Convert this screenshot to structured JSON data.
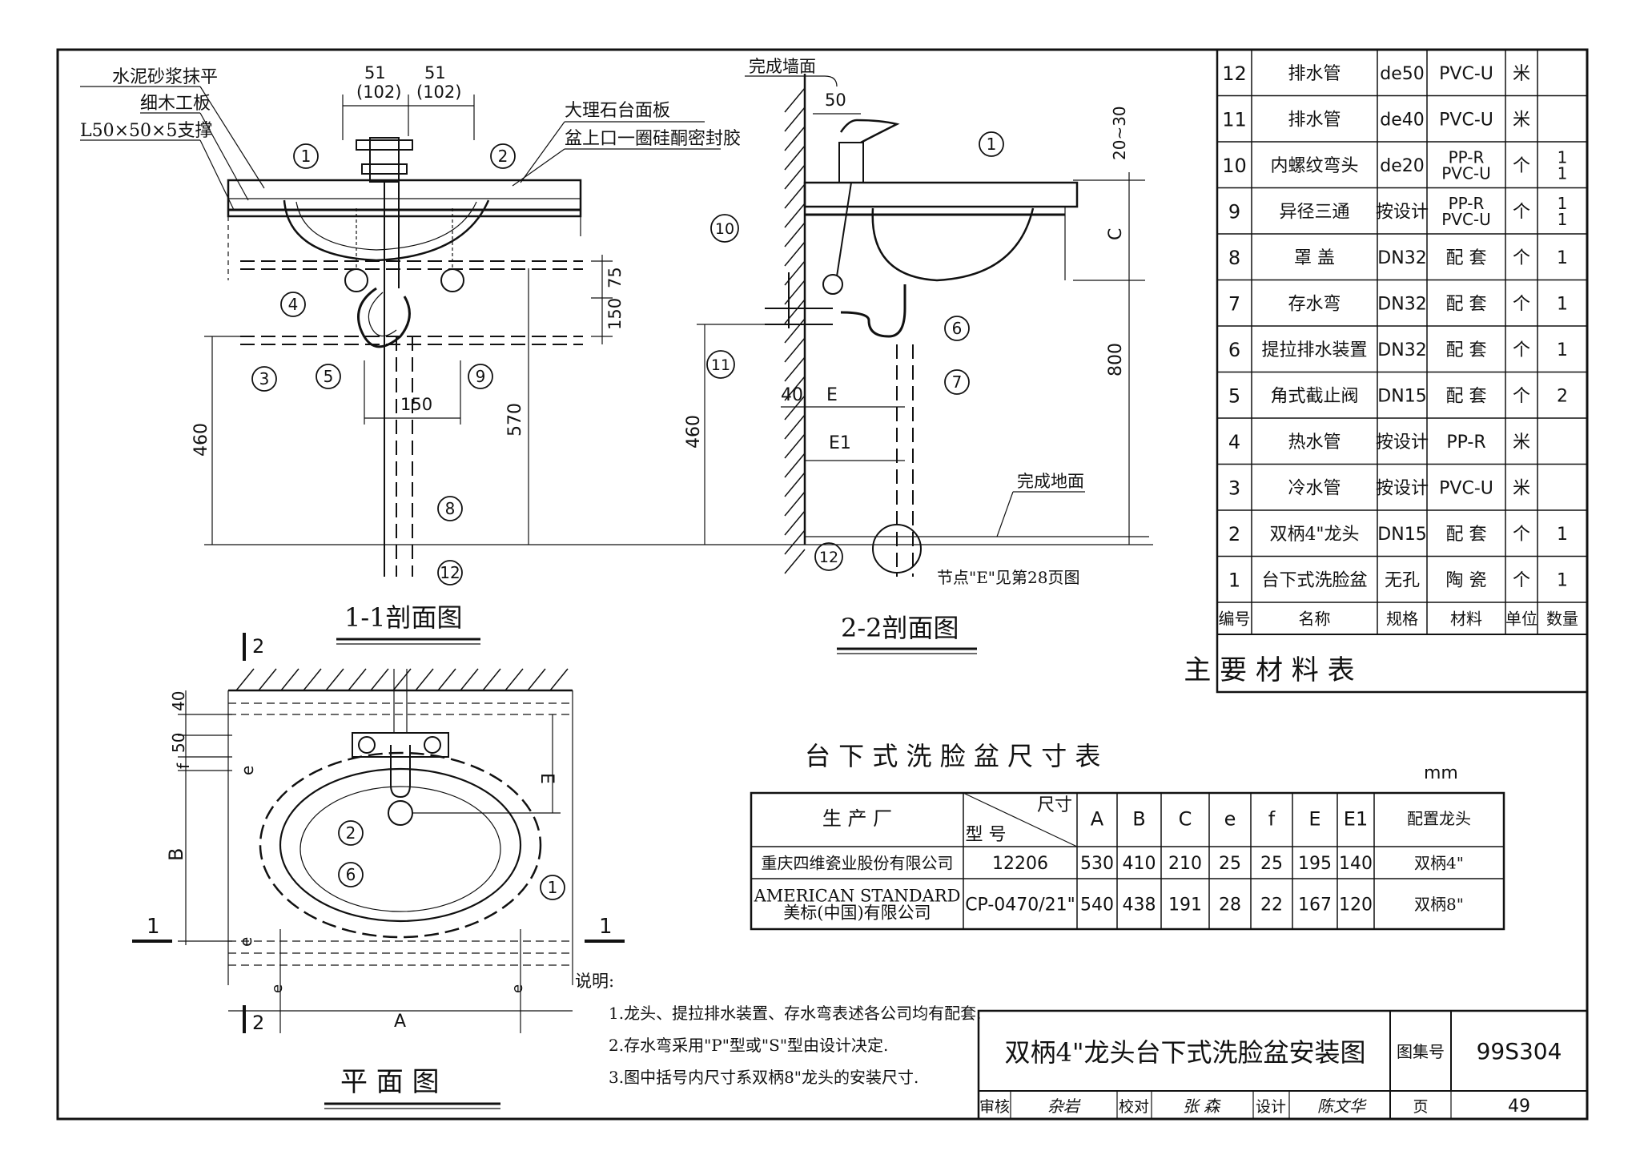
{
  "section_1_1": {
    "title": "1-1剖面图",
    "labels": {
      "mortar": "水泥砂浆抹平",
      "wood_board": "细木工板",
      "angle_support": "L50×50×5支撑",
      "marble_top": "大理石台面板",
      "seal": "盆上口一圈硅酮密封胶"
    },
    "dims": {
      "d51a": "51",
      "d102a": "(102)",
      "d51b": "51",
      "d102b": "(102)",
      "d75": "75",
      "d150v": "150",
      "d150h": "150",
      "d460": "460",
      "d570": "570"
    },
    "callouts": [
      "1",
      "2",
      "4",
      "3",
      "5",
      "9",
      "8",
      "12"
    ]
  },
  "section_2_2": {
    "title": "2-2剖面图",
    "labels": {
      "finish_wall": "完成墙面",
      "finish_floor": "完成地面",
      "node_note": "节点\"E\"见第28页图"
    },
    "dims": {
      "d50": "50",
      "d20_30": "20~30",
      "dC": "C",
      "d800": "800",
      "d460": "460",
      "d40": "40",
      "dE": "E",
      "dE1": "E1"
    },
    "callouts": [
      "1",
      "10",
      "6",
      "11",
      "7",
      "12"
    ]
  },
  "plan": {
    "title": "平 面 图",
    "section_marks": {
      "s2_top": "2",
      "s2_bottom": "2",
      "s1_left": "1",
      "s1_right": "1"
    },
    "dims": {
      "d40": "40",
      "d50": "50",
      "f": "f",
      "e1": "e",
      "B": "B",
      "e2": "e",
      "A": "A",
      "E": "E",
      "e3": "e",
      "e4": "e"
    },
    "callouts": [
      "2",
      "6",
      "1"
    ]
  },
  "materials_table": {
    "title": "主 要 材 料 表",
    "headers": [
      "编号",
      "名称",
      "规格",
      "材料",
      "单位",
      "数量"
    ],
    "rows": [
      {
        "no": "12",
        "name": "排水管",
        "spec": "de50",
        "material": "PVC-U",
        "unit": "米",
        "qty": ""
      },
      {
        "no": "11",
        "name": "排水管",
        "spec": "de40",
        "material": "PVC-U",
        "unit": "米",
        "qty": ""
      },
      {
        "no": "10",
        "name": "内螺纹弯头",
        "spec": "de20",
        "material": "PP-R\nPVC-U",
        "unit": "个",
        "qty": "1\n1"
      },
      {
        "no": "9",
        "name": "异径三通",
        "spec": "按设计",
        "material": "PP-R\nPVC-U",
        "unit": "个",
        "qty": "1\n1"
      },
      {
        "no": "8",
        "name": "罩 盖",
        "spec": "DN32",
        "material": "配 套",
        "unit": "个",
        "qty": "1"
      },
      {
        "no": "7",
        "name": "存水弯",
        "spec": "DN32",
        "material": "配 套",
        "unit": "个",
        "qty": "1"
      },
      {
        "no": "6",
        "name": "提拉排水装置",
        "spec": "DN32",
        "material": "配 套",
        "unit": "个",
        "qty": "1"
      },
      {
        "no": "5",
        "name": "角式截止阀",
        "spec": "DN15",
        "material": "配 套",
        "unit": "个",
        "qty": "2"
      },
      {
        "no": "4",
        "name": "热水管",
        "spec": "按设计",
        "material": "PP-R",
        "unit": "米",
        "qty": ""
      },
      {
        "no": "3",
        "name": "冷水管",
        "spec": "按设计",
        "material": "PVC-U",
        "unit": "米",
        "qty": ""
      },
      {
        "no": "2",
        "name": "双柄4\"龙头",
        "spec": "DN15",
        "material": "配 套",
        "unit": "个",
        "qty": "1"
      },
      {
        "no": "1",
        "name": "台下式洗脸盆",
        "spec": "无孔",
        "material": "陶 瓷",
        "unit": "个",
        "qty": "1"
      }
    ]
  },
  "size_table": {
    "title": "台 下 式 洗 脸 盆 尺 寸 表",
    "unit": "mm",
    "header_maker": "生 产 厂",
    "header_size": "尺寸",
    "header_model": "型 号",
    "headers": [
      "A",
      "B",
      "C",
      "e",
      "f",
      "E",
      "E1",
      "配置龙头"
    ],
    "rows": [
      {
        "maker": "重庆四维瓷业股份有限公司",
        "model": "12206",
        "values": [
          "530",
          "410",
          "210",
          "25",
          "25",
          "195",
          "140",
          "双柄4\""
        ]
      },
      {
        "maker": "AMERICAN STANDARD\n美标(中国)有限公司",
        "model": "CP-0470/21\"",
        "values": [
          "540",
          "438",
          "191",
          "28",
          "22",
          "167",
          "120",
          "双柄8\""
        ]
      }
    ]
  },
  "notes": {
    "title": "说明:",
    "items": [
      "1.龙头、提拉排水装置、存水弯表述各公司均有配套.",
      "2.存水弯采用\"P\"型或\"S\"型由设计决定.",
      "3.图中括号内尺寸系双柄8\"龙头的安装尺寸."
    ]
  },
  "title_block": {
    "drawing_title": "双柄4\"龙头台下式洗脸盆安装图",
    "atlas_label": "图集号",
    "atlas_no": "99S304",
    "review_label": "审核",
    "reviewer": "杂岩",
    "check_label": "校对",
    "checker": "张 森",
    "design_label": "设计",
    "designer": "陈文华",
    "page_label": "页",
    "page_no": "49"
  }
}
